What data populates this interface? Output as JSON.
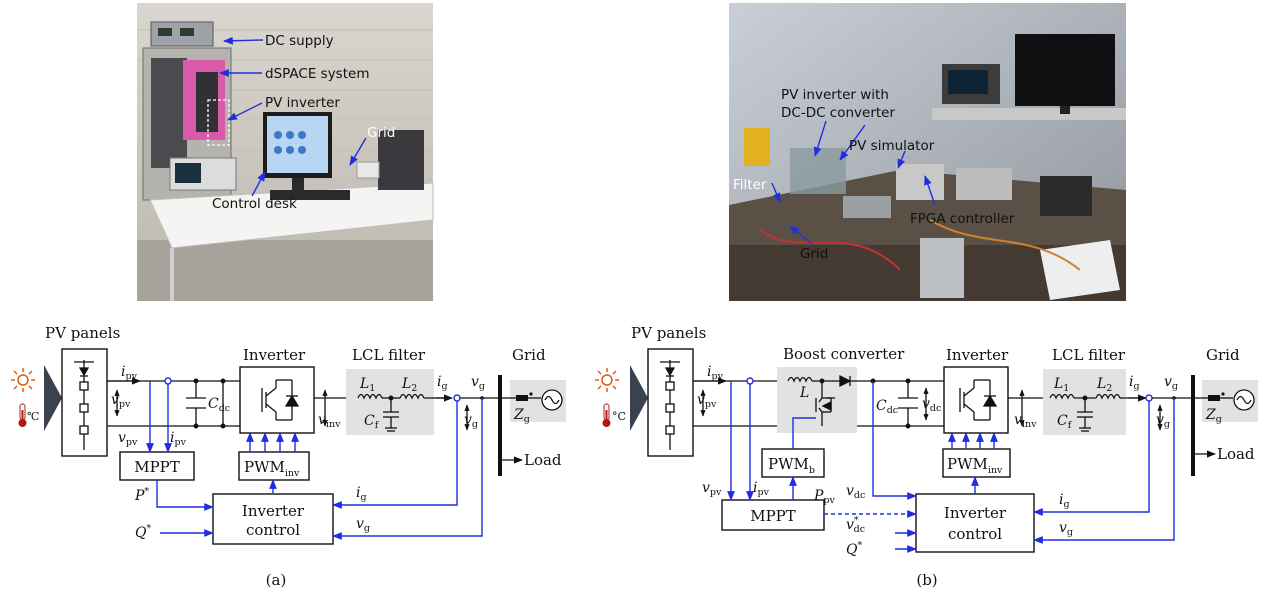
{
  "photo_a": {
    "labels": {
      "dc_supply": "DC supply",
      "dspace": "dSPACE system",
      "pv_inverter": "PV inverter",
      "grid": "Grid",
      "control_desk": "Control desk"
    }
  },
  "photo_b": {
    "labels": {
      "pv_inverter_1": "PV inverter with",
      "pv_inverter_2": "DC-DC converter",
      "filter": "Filter",
      "pv_simulator": "PV simulator",
      "grid": "Grid",
      "fpga": "FPGA controller"
    }
  },
  "diagram_a": {
    "caption": "(a)",
    "titles": {
      "pv_panels": "PV panels",
      "inverter": "Inverter",
      "lcl_filter": "LCL filter",
      "grid": "Grid"
    },
    "blocks": {
      "mppt": "MPPT",
      "pwm_main": "PWM",
      "pwm_sub": "inv",
      "ctrl_1": "Inverter",
      "ctrl_2": "control"
    },
    "load": "Load",
    "temp_unit": "℃",
    "symbols": {
      "i": "i",
      "v": "v",
      "pv": "pv",
      "C": "C",
      "dc": "dc",
      "inv": "inv",
      "L": "L",
      "one": "1",
      "two": "2",
      "f": "f",
      "g": "g",
      "Z": "Z",
      "P": "P",
      "Q": "Q",
      "star": "*"
    }
  },
  "diagram_b": {
    "caption": "(b)",
    "titles": {
      "pv_panels": "PV panels",
      "boost": "Boost converter",
      "inverter": "Inverter",
      "lcl_filter": "LCL filter",
      "grid": "Grid"
    },
    "blocks": {
      "mppt": "MPPT",
      "pwm_b_main": "PWM",
      "pwm_b_sub": "b",
      "pwm_main": "PWM",
      "pwm_sub": "inv",
      "ctrl_1": "Inverter",
      "ctrl_2": "control"
    },
    "load": "Load",
    "temp_unit": "°C",
    "symbols": {
      "i": "i",
      "v": "v",
      "pv": "pv",
      "C": "C",
      "dc": "dc",
      "inv": "inv",
      "L": "L",
      "one": "1",
      "two": "2",
      "f": "f",
      "g": "g",
      "Z": "Z",
      "P": "P",
      "Q": "Q",
      "star": "*"
    }
  },
  "colors": {
    "signal_blue": "#1f2fe0",
    "filter_background": "#e2e2e2",
    "sun_orange": "#e05a10",
    "thermometer_red": "#b01818"
  }
}
